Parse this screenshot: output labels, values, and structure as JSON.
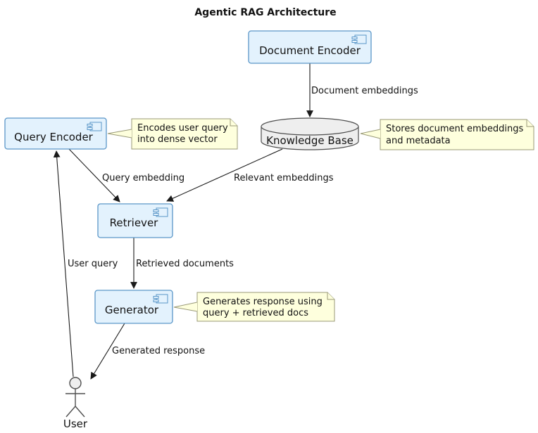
{
  "title": "Agentic RAG Architecture",
  "colors": {
    "background": "#FFFFFF",
    "component_fill": "#E3F2FD",
    "component_border": "#5A96C8",
    "note_fill": "#FEFFDD",
    "note_border": "#999977",
    "database_fill": "#EEEEEE",
    "database_border": "#4E4E4E",
    "line_color": "#1A1A1A",
    "actor_color": "#4E4E4E"
  },
  "icons": {
    "component_icon": "uml-component",
    "database_icon": "cylinder",
    "actor_icon": "stick-figure"
  },
  "nodes": {
    "document_encoder": {
      "label": "Document Encoder",
      "type": "component"
    },
    "knowledge_base": {
      "label": "Knowledge Base",
      "type": "database"
    },
    "query_encoder": {
      "label": "Query Encoder",
      "type": "component"
    },
    "retriever": {
      "label": "Retriever",
      "type": "component"
    },
    "generator": {
      "label": "Generator",
      "type": "component"
    },
    "user": {
      "label": "User",
      "type": "actor"
    }
  },
  "notes": {
    "query_encoder_note": {
      "line1": "Encodes user query",
      "line2": "into dense vector"
    },
    "knowledge_base_note": {
      "line1": "Stores document embeddings",
      "line2": "and metadata"
    },
    "generator_note": {
      "line1": "Generates response using",
      "line2": "query + retrieved docs"
    }
  },
  "edges": {
    "doc_embeddings": {
      "label": "Document embeddings",
      "from": "document_encoder",
      "to": "knowledge_base"
    },
    "query_embedding": {
      "label": "Query embedding",
      "from": "query_encoder",
      "to": "retriever"
    },
    "relevant_embeddings": {
      "label": "Relevant embeddings",
      "from": "knowledge_base",
      "to": "retriever"
    },
    "retrieved_documents": {
      "label": "Retrieved documents",
      "from": "retriever",
      "to": "generator"
    },
    "user_query": {
      "label": "User query",
      "from": "user",
      "to": "query_encoder"
    },
    "generated_response": {
      "label": "Generated response",
      "from": "generator",
      "to": "user"
    }
  }
}
